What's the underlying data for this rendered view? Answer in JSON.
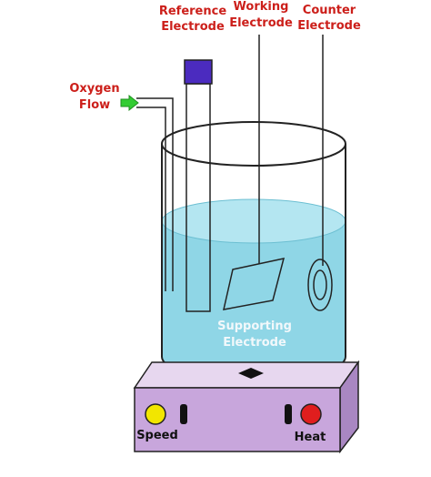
{
  "labels": {
    "reference_line1": "Reference",
    "reference_line2": "Electrode",
    "working_line1": "Working",
    "working_line2": "Electrode",
    "counter_line1": "Counter",
    "counter_line2": "Electrode",
    "oxygen_line1": "Oxygen",
    "oxygen_line2": "Flow",
    "supporting_line1": "Supporting",
    "supporting_line2": "Electrode",
    "speed": "Speed",
    "heat": "Heat"
  },
  "colors": {
    "label_text": "#cc1f1a",
    "electrolyte": "#8fd6e6",
    "stirrer_body": "#c8a6dc",
    "stirrer_top": "#e7d7ef",
    "reference_cap": "#4b2bbf",
    "speed_knob": "#f2e600",
    "heat_knob": "#e01e1e",
    "oxygen_arrow": "#33cc33"
  },
  "icons": {
    "oxygen_arrow": "green-arrow-right-icon",
    "speed_knob": "yellow-knob-icon",
    "heat_knob": "red-knob-icon",
    "stir_bar": "stir-bar-icon"
  }
}
